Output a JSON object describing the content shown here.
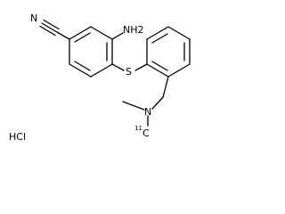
{
  "molecule": {
    "atoms": {
      "nitrile_n": "N",
      "amino": "NH2",
      "sulfur": "S",
      "amine_n": "N",
      "isotope_mass": "11",
      "labeled_carbon": "C"
    },
    "salt": "HCl"
  }
}
